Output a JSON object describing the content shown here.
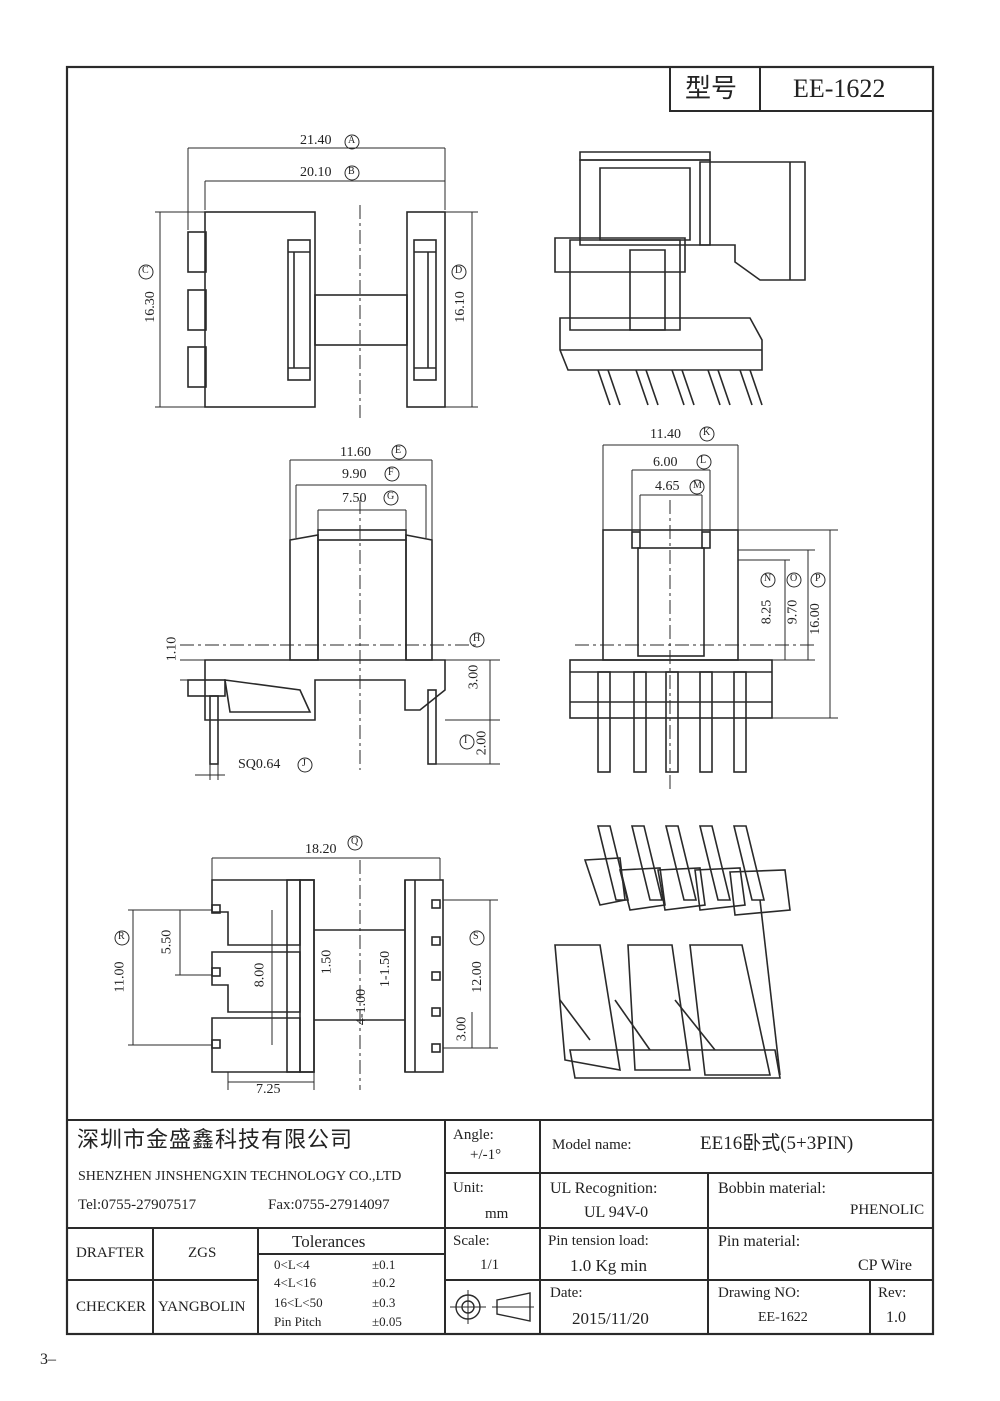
{
  "header": {
    "type_label": "型号",
    "model": "EE-1622"
  },
  "dims": {
    "A": {
      "value": "21.40",
      "tag": "A"
    },
    "B": {
      "value": "20.10",
      "tag": "B"
    },
    "C": {
      "value": "16.30",
      "tag": "C"
    },
    "D": {
      "value": "16.10",
      "tag": "D"
    },
    "E": {
      "value": "11.60",
      "tag": "E"
    },
    "F": {
      "value": "9.90",
      "tag": "F"
    },
    "G": {
      "value": "7.50",
      "tag": "G"
    },
    "H": {
      "value": "3.00",
      "tag": "H"
    },
    "H_small": "1.10",
    "I": {
      "value": "2.00",
      "tag": "I"
    },
    "J": {
      "value": "SQ0.64",
      "tag": "J"
    },
    "K": {
      "value": "11.40",
      "tag": "K"
    },
    "L": {
      "value": "6.00",
      "tag": "L"
    },
    "M": {
      "value": "4.65",
      "tag": "M"
    },
    "N": {
      "value": "8.25",
      "tag": "N"
    },
    "O": {
      "value": "9.70",
      "tag": "O"
    },
    "P": {
      "value": "16.00",
      "tag": "P"
    },
    "Q": {
      "value": "18.20",
      "tag": "Q"
    },
    "R": {
      "value": "11.00",
      "tag": "R"
    },
    "S": {
      "value": "12.00",
      "tag": "S"
    },
    "extra": {
      "d550": "5.50",
      "d800": "8.00",
      "d150a": "1.50",
      "d150b": "1-1.50",
      "d100": "4-1.00",
      "d300": "3.00",
      "d725": "7.25"
    }
  },
  "title_block": {
    "company_cn": "深圳市金盛鑫科技有限公司",
    "company_en": "SHENZHEN JINSHENGXIN TECHNOLOGY CO.,LTD",
    "tel": "Tel:0755-27907517",
    "fax": "Fax:0755-27914097",
    "angle_label": "Angle:",
    "angle_value": "+/-1°",
    "model_label": "Model name:",
    "model_value": "EE16卧式(5+3PIN)",
    "unit_label": "Unit:",
    "unit_value": "mm",
    "ul_label": "UL Recognition:",
    "ul_value": "UL 94V-0",
    "bobbin_label": "Bobbin material:",
    "bobbin_value": "PHENOLIC",
    "drafter_label": "DRAFTER",
    "drafter_value": "ZGS",
    "checker_label": "CHECKER",
    "checker_value": "YANGBOLIN",
    "tol_title": "Tolerances",
    "tolerances": [
      {
        "range": "0<L<4",
        "value": "±0.1"
      },
      {
        "range": "4<L<16",
        "value": "±0.2"
      },
      {
        "range": "16<L<50",
        "value": "±0.3"
      },
      {
        "range": "Pin Pitch",
        "value": "±0.05"
      }
    ],
    "scale_label": "Scale:",
    "scale_value": "1/1",
    "pin_tension_label": "Pin tension load:",
    "pin_tension_value": "1.0 Kg min",
    "pin_material_label": "Pin material:",
    "pin_material_value": "CP Wire",
    "date_label": "Date:",
    "date_value": "2015/11/20",
    "drawing_no_label": "Drawing NO:",
    "drawing_no_value": "EE-1622",
    "rev_label": "Rev:",
    "rev_value": "1.0"
  },
  "footer_mark": "3–"
}
